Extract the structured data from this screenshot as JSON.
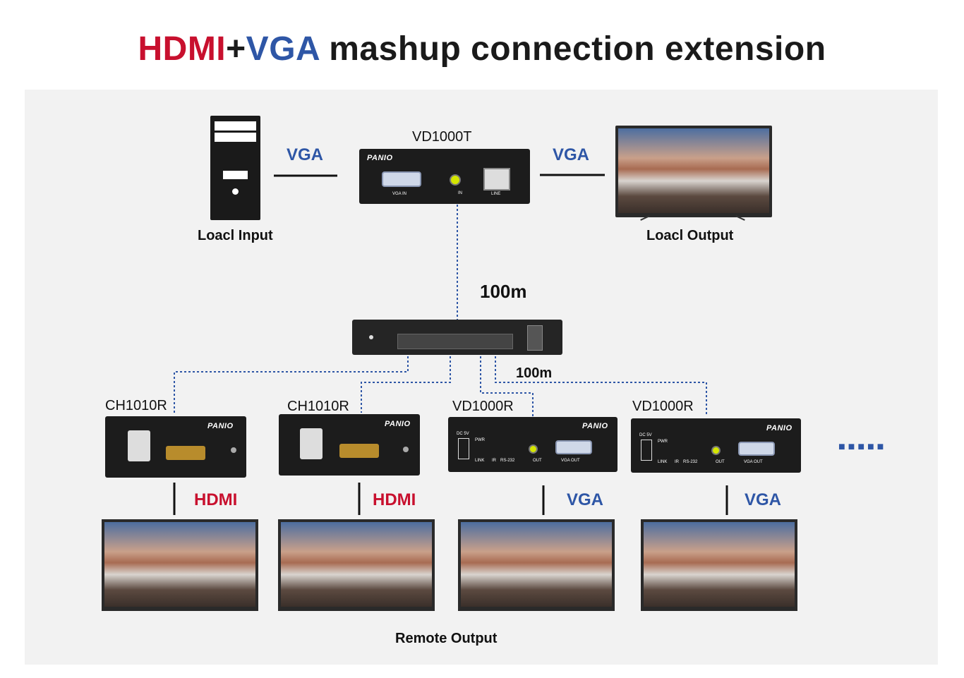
{
  "title": {
    "part_hdmi": "HDMI",
    "part_plus": "+",
    "part_vga": "VGA",
    "part_rest": " mashup connection extension"
  },
  "local_input": {
    "label": "Loacl Input"
  },
  "local_output": {
    "label": "Loacl Output"
  },
  "transmitter": {
    "model": "VD1000T",
    "brand": "PANIO",
    "port_vga": "VGA IN",
    "port_audio": "IN",
    "port_line": "LINE"
  },
  "signal_left": "VGA",
  "signal_right": "VGA",
  "distance_top": "100m",
  "distance_bottom": "100m",
  "receivers": [
    {
      "model": "CH1010R",
      "brand": "PANIO",
      "signal": "HDMI"
    },
    {
      "model": "CH1010R",
      "brand": "PANIO",
      "signal": "HDMI"
    },
    {
      "model": "VD1000R",
      "brand": "PANIO",
      "signal": "VGA",
      "ports": [
        "DC 5V",
        "PWR",
        "LINK",
        "IR",
        "RS-232",
        "OUT",
        "VGA OUT"
      ]
    },
    {
      "model": "VD1000R",
      "brand": "PANIO",
      "signal": "VGA",
      "ports": [
        "DC 5V",
        "PWR",
        "LINK",
        "IR",
        "RS-232",
        "OUT",
        "VGA OUT"
      ]
    }
  ],
  "more_indicator": "■■■■■",
  "remote_output": {
    "label": "Remote Output"
  },
  "colors": {
    "hdmi": "#c8102e",
    "vga": "#2e56a6",
    "link": "#2e56a6",
    "device": "#1c1c1c"
  }
}
